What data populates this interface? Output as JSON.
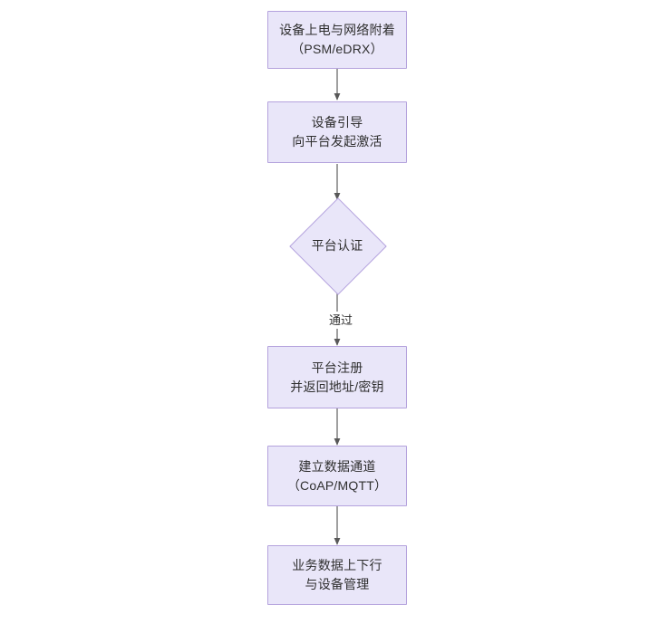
{
  "diagram": {
    "type": "flowchart",
    "orientation": "top-to-bottom",
    "background_color": "#ffffff",
    "node_fill_color": "#e9e6f9",
    "node_border_color": "#b4a2dd",
    "text_color": "#2f2f2f",
    "edge_color": "#585858",
    "nodes": [
      {
        "id": "power-on",
        "shape": "rectangle",
        "lines": [
          "设备上电与网络附着",
          "（PSM/eDRX）"
        ]
      },
      {
        "id": "bootstrap",
        "shape": "rectangle",
        "lines": [
          "设备引导",
          "向平台发起激活"
        ]
      },
      {
        "id": "platform-auth",
        "shape": "diamond",
        "lines": [
          "平台认证"
        ]
      },
      {
        "id": "platform-register",
        "shape": "rectangle",
        "lines": [
          "平台注册",
          "并返回地址/密钥"
        ]
      },
      {
        "id": "data-channel",
        "shape": "rectangle",
        "lines": [
          "建立数据通道",
          "（CoAP/MQTT）"
        ]
      },
      {
        "id": "service-data",
        "shape": "rectangle",
        "lines": [
          "业务数据上下行",
          "与设备管理"
        ]
      }
    ],
    "edges": [
      {
        "id": "e1",
        "from": "power-on",
        "to": "bootstrap",
        "label": ""
      },
      {
        "id": "e2",
        "from": "bootstrap",
        "to": "platform-auth",
        "label": ""
      },
      {
        "id": "e3",
        "from": "platform-auth",
        "to": "platform-register",
        "label": "通过"
      },
      {
        "id": "e4",
        "from": "platform-register",
        "to": "data-channel",
        "label": ""
      },
      {
        "id": "e5",
        "from": "data-channel",
        "to": "service-data",
        "label": ""
      }
    ]
  }
}
